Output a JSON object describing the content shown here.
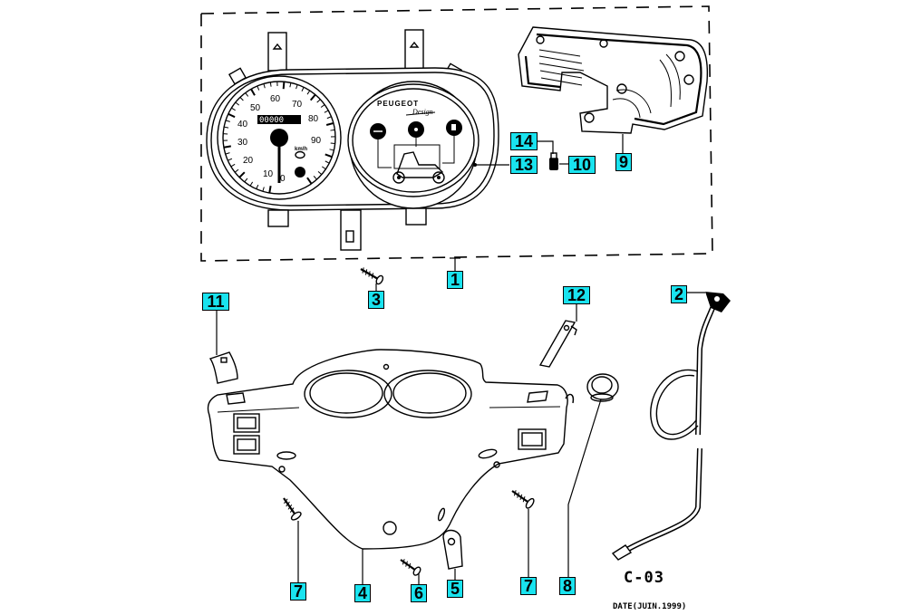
{
  "diagram": {
    "title": "Instrument panel / handlebar cover exploded parts diagram",
    "page_code": "C-03",
    "date_label": "DATE(JUIN.1999)",
    "accent_color": "#19e3ef",
    "speedometer": {
      "ticks": [
        "0",
        "10",
        "20",
        "30",
        "40",
        "50",
        "60",
        "70",
        "80",
        "90"
      ],
      "unit": "km/h",
      "odometer": "00000"
    },
    "dial": {
      "brand": "PEUGEOT",
      "model_script": "Design"
    },
    "callouts": [
      {
        "id": "c1",
        "label": "1"
      },
      {
        "id": "c2",
        "label": "2"
      },
      {
        "id": "c3",
        "label": "3"
      },
      {
        "id": "c4",
        "label": "4"
      },
      {
        "id": "c5",
        "label": "5"
      },
      {
        "id": "c6",
        "label": "6"
      },
      {
        "id": "c7a",
        "label": "7"
      },
      {
        "id": "c7b",
        "label": "7"
      },
      {
        "id": "c8",
        "label": "8"
      },
      {
        "id": "c9",
        "label": "9"
      },
      {
        "id": "c10",
        "label": "10"
      },
      {
        "id": "c11",
        "label": "11"
      },
      {
        "id": "c12",
        "label": "12"
      },
      {
        "id": "c13",
        "label": "13"
      },
      {
        "id": "c14",
        "label": "14"
      }
    ]
  }
}
